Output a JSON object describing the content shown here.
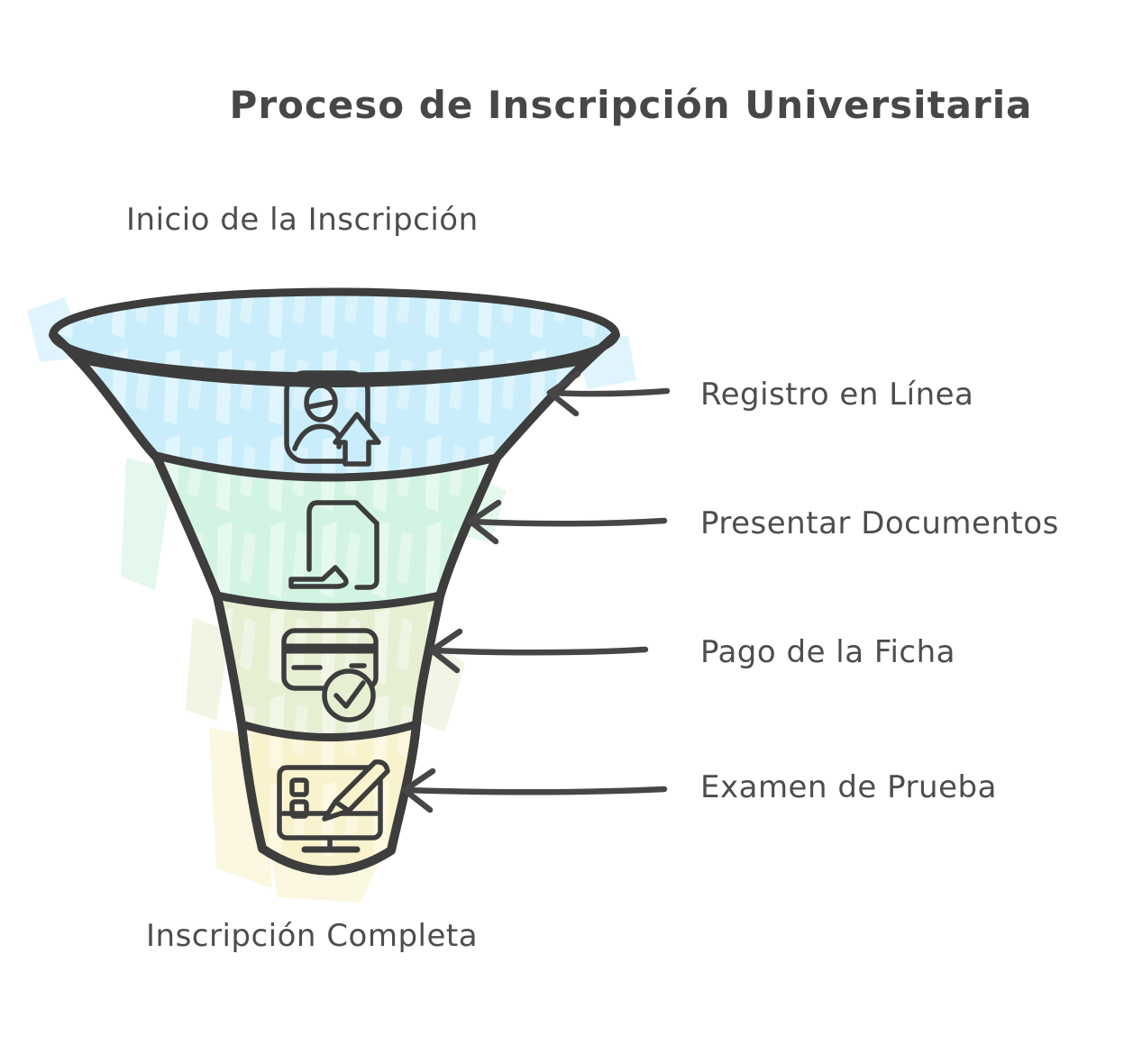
{
  "title": {
    "text": "Proceso de Inscripción Universitaria",
    "color": "#474747"
  },
  "funnel": {
    "start_label": "Inicio de la Inscripción",
    "end_label": "Inscripción Completa",
    "outline_color": "#3d3d3d",
    "connector_color": "#464646",
    "label_color": "#4d4d4d",
    "stages": [
      {
        "label": "Registro en Línea",
        "color": "#c9edfb",
        "icon": "id-card-upload-icon"
      },
      {
        "label": "Presentar Documentos",
        "color": "#d3f4e3",
        "icon": "document-hand-icon"
      },
      {
        "label": "Pago de la Ficha",
        "color": "#e7efd3",
        "icon": "credit-card-check-icon"
      },
      {
        "label": "Examen de Prueba",
        "color": "#f9f3cd",
        "icon": "exam-monitor-pencil-icon"
      }
    ]
  }
}
